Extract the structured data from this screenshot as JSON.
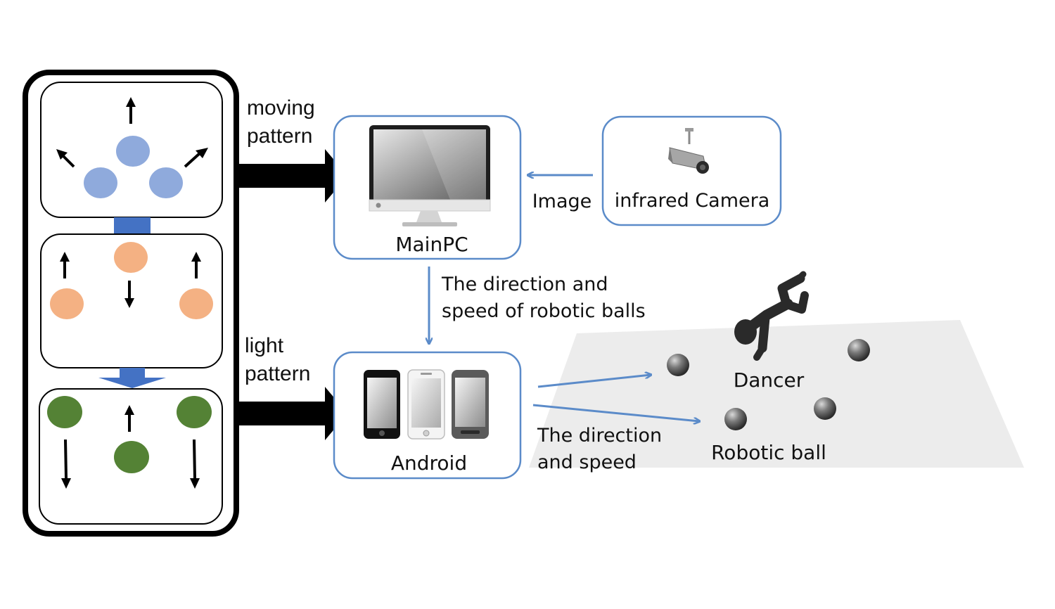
{
  "labels": {
    "moving_pattern_1": "moving",
    "moving_pattern_2": "pattern",
    "light_pattern_1": "light",
    "light_pattern_2": "pattern",
    "image": "Image",
    "camera": "infrared Camera",
    "mainpc": "MainPC",
    "direction_line1": "The direction and",
    "direction_line2": "speed of robotic balls",
    "android": "Android",
    "speed_line1": "The direction",
    "speed_line2": "and speed",
    "dancer": "Dancer",
    "robotic_ball": "Robotic ball"
  },
  "colors": {
    "blue_ball": "#8faadc",
    "orange_ball": "#f4b183",
    "green_ball": "#548235",
    "connector_blue": "#4472c4",
    "node_border": "#5b8bc9",
    "floor": "#ececec"
  },
  "icons": {
    "mainpc": "monitor-icon",
    "camera": "camera-icon",
    "android": "smartphones-icon",
    "dancer": "dancer-figure",
    "ball": "robotic-ball"
  }
}
